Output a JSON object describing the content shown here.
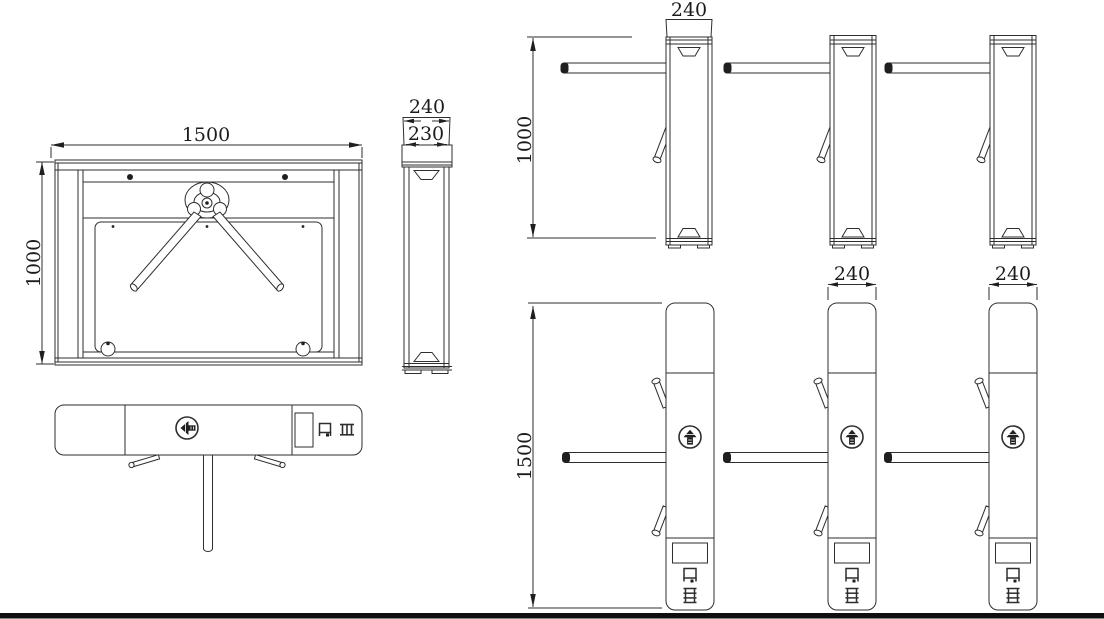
{
  "colors": {
    "background": "#ffffff",
    "line": "#2e2e2e",
    "ground_bar": "#0f0f0f",
    "dark_fill": "#1f1f1f"
  },
  "views": {
    "front": {
      "width": "1500",
      "height": "1000"
    },
    "side": {
      "top_width": "240",
      "body_width": "230"
    },
    "lane_side": {
      "pillar_width": "240",
      "height": "1000"
    },
    "lane_front": {
      "height": "1500",
      "pillar2_width": "240",
      "pillar3_width": "240"
    }
  },
  "icons": {
    "passage_direction_up": "circle-up-arrow-icon",
    "passage_direction_left": "circle-left-arrow-icon",
    "card_swipe": "card-swipe-icon",
    "ladder": "ladder-icon",
    "grill": "grill-icon"
  }
}
